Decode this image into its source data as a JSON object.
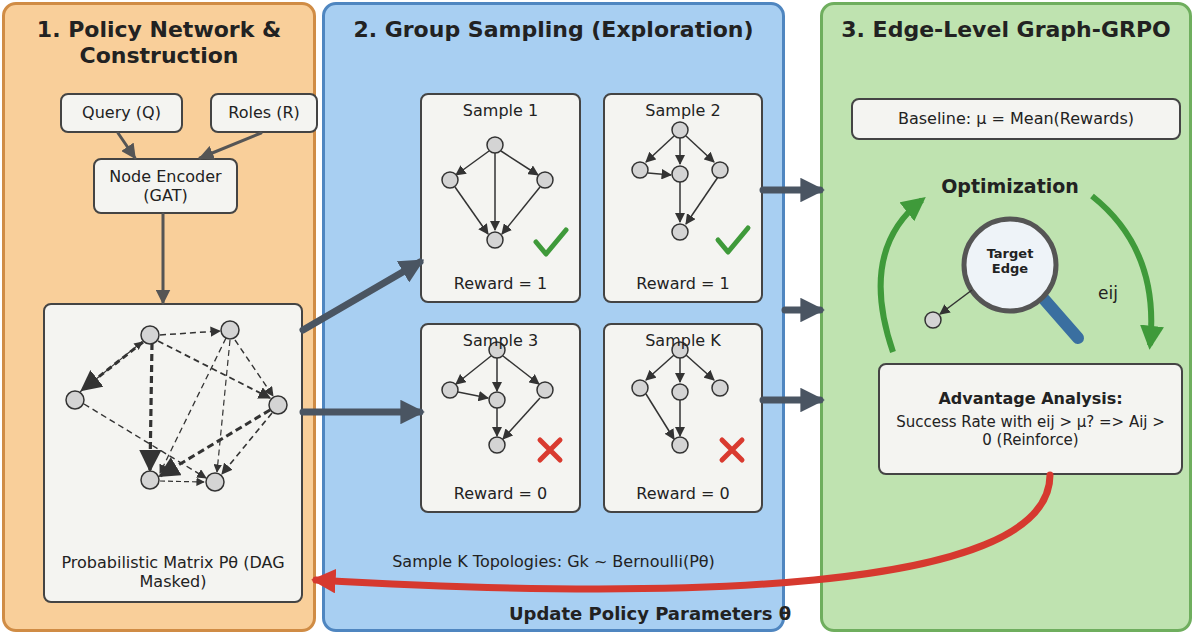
{
  "diagram": {
    "nodes": [
      {
        "text": [
          "1. Policy Network & Construction"
        ]
      },
      {
        "text": [
          "Query (Q)"
        ],
        "in": 0
      },
      {
        "text": [
          "Roles (R)"
        ],
        "in": 0
      },
      {
        "text": [
          "Node Encoder (GAT)"
        ],
        "in": 0
      },
      {
        "text": [
          "Probabilistic Matrix Pθ (DAG Masked)"
        ],
        "in": 0
      },
      {
        "text": [
          "2. Group Sampling (Exploration)",
          "Sample K Topologies: Gk ~ Bernoulli(Pθ)"
        ]
      },
      {
        "text": [
          "Sample 1",
          "Reward = 1"
        ],
        "in": 5
      },
      {
        "text": [
          "Sample 2",
          "Reward = 1"
        ],
        "in": 5
      },
      {
        "text": [
          "Sample 3",
          "Reward = 0"
        ],
        "in": 5
      },
      {
        "text": [
          "Sample K",
          "Reward = 0"
        ],
        "in": 5
      },
      {
        "text": [
          "3. Edge-Level Graph-GRPO"
        ]
      },
      {
        "text": [
          "Baseline: μ = Mean(Rewards)"
        ],
        "in": 10
      },
      {
        "text": [
          "Advantage Analysis:",
          "Success Rate with eij > μ? => Aij > 0 (Reinforce)"
        ],
        "in": 10
      }
    ],
    "edges": [
      {
        "from": 1,
        "to": 3,
        "arrow": "to"
      },
      {
        "from": 2,
        "to": 3,
        "arrow": "to"
      },
      {
        "from": 3,
        "to": 4,
        "arrow": "to"
      },
      {
        "from": 4,
        "to": 6,
        "arrow": "to"
      },
      {
        "from": 4,
        "to": 8,
        "arrow": "to"
      },
      {
        "from": 7,
        "to": 10,
        "arrow": "to"
      },
      {
        "from": 5,
        "to": 10,
        "arrow": "to"
      },
      {
        "from": 9,
        "to": 10,
        "arrow": "to"
      },
      {
        "from": 12,
        "to": 0,
        "label": "Update Policy Parameters θ",
        "arrow": "to"
      }
    ],
    "labels": [
      "Optimization",
      "Target Edge",
      "eij"
    ]
  }
}
